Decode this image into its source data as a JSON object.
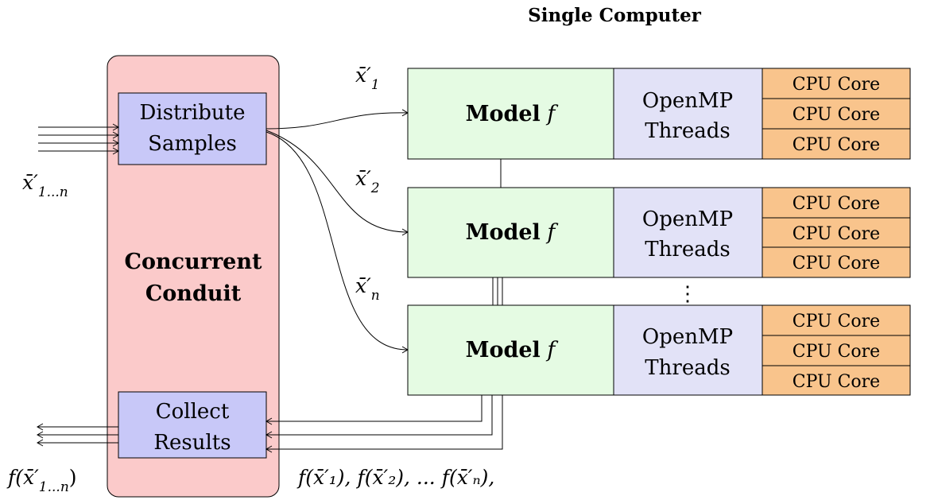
{
  "title": "Single Computer",
  "conduit": {
    "label_line1": "Concurrent",
    "label_line2": "Conduit",
    "distribute_line1": "Distribute",
    "distribute_line2": "Samples",
    "collect_line1": "Collect",
    "collect_line2": "Results",
    "input_label": "x̄′",
    "input_sub": "1...n",
    "output_label_prefix": "f(x̄′",
    "output_sub": "1...n",
    "output_label_suffix": ")"
  },
  "sample_labels": [
    {
      "base": "x̄′",
      "sub": "1"
    },
    {
      "base": "x̄′",
      "sub": "2"
    },
    {
      "base": "x̄′",
      "sub": "n"
    }
  ],
  "model_rows": [
    {
      "model_bold": "Model",
      "model_ital": "f",
      "threads_line1": "OpenMP",
      "threads_line2": "Threads",
      "cores": [
        "CPU Core",
        "CPU Core",
        "CPU Core"
      ]
    },
    {
      "model_bold": "Model",
      "model_ital": "f",
      "threads_line1": "OpenMP",
      "threads_line2": "Threads",
      "cores": [
        "CPU Core",
        "CPU Core",
        "CPU Core"
      ]
    },
    {
      "model_bold": "Model",
      "model_ital": "f",
      "threads_line1": "OpenMP",
      "threads_line2": "Threads",
      "cores": [
        "CPU Core",
        "CPU Core",
        "CPU Core"
      ]
    }
  ],
  "vdots": "⋮",
  "results_label": "f(x̄′₁), f(x̄′₂), ... f(x̄′ₙ),",
  "colors": {
    "conduit_fill": "#fbcaca",
    "inner_box_fill": "#c8c8f8",
    "model_fill": "#e5fbe3",
    "threads_fill": "#e2e2f7",
    "core_fill": "#f9c48c"
  }
}
